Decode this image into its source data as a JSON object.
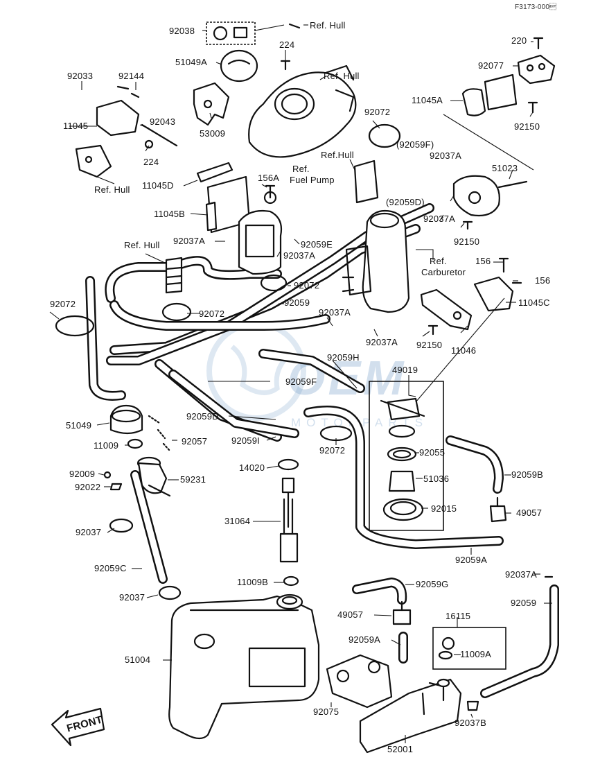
{
  "figure_code": "F3173-000\u0004",
  "watermark": {
    "main": "OEM",
    "sub": "MOTORPARTS"
  },
  "front_label": "FRONT",
  "labels": {
    "l92038": "92038",
    "lRefHull1": "Ref. Hull",
    "l220": "220",
    "l51049A": "51049A",
    "l224a": "224",
    "lRefHull2": "Ref. Hull",
    "l92077": "92077",
    "l92033": "92033",
    "l92144": "92144",
    "l11045A": "11045A",
    "l92072a": "92072",
    "l11045": "11045",
    "l92043": "92043",
    "l53009": "53009",
    "l92150a": "92150",
    "lRefHull3": "Ref.Hull",
    "l92059F_p": "(92059F)",
    "l92037A_a": "92037A",
    "l224b": "224",
    "lRefFuelPump1": "Ref.",
    "lRefFuelPump2": "Fuel Pump",
    "l51023": "51023",
    "l11045D": "11045D",
    "l156A": "156A",
    "lRefHull4": "Ref. Hull",
    "l92059D_p": "(92059D)",
    "l11045B": "11045B",
    "l92037A_b": "92037A",
    "l92037A_c": "92037A",
    "l92059E": "92059E",
    "l92150b": "92150",
    "l92037A_d": "92037A",
    "lRefHull5": "Ref. Hull",
    "lRefCarb1": "Ref.",
    "lRefCarb2": "Carburetor",
    "l156a": "156",
    "l156b": "156",
    "l92072b": "92072",
    "l92059a": "92059",
    "l92072c": "92072",
    "l11045C": "11045C",
    "l92072d": "92072",
    "l92037A_e": "92037A",
    "l92037A_f": "92037A",
    "l92150c": "92150",
    "l11046": "11046",
    "l92059H": "92059H",
    "l49019": "49019",
    "l92059F": "92059F",
    "l51049": "51049",
    "l92059D": "92059D",
    "l11009": "11009",
    "l92057": "92057",
    "l92059I": "92059I",
    "l92072e": "92072",
    "l92055": "92055",
    "l14020": "14020",
    "l51036": "51036",
    "l92059B": "92059B",
    "l92009": "92009",
    "l59231": "59231",
    "l92022": "92022",
    "l92015": "92015",
    "l49057a": "49057",
    "l31064": "31064",
    "l92037a": "92037",
    "l92059A_a": "92059A",
    "l92059C": "92059C",
    "l92037A_g": "92037A",
    "l11009B": "11009B",
    "l92059G": "92059G",
    "l92037b": "92037",
    "l92059b": "92059",
    "l16115": "16115",
    "l49057b": "49057",
    "l92059A_b": "92059A",
    "l11009A": "11009A",
    "l51004": "51004",
    "l92075": "92075",
    "l92037B": "92037B",
    "l52001": "52001"
  }
}
